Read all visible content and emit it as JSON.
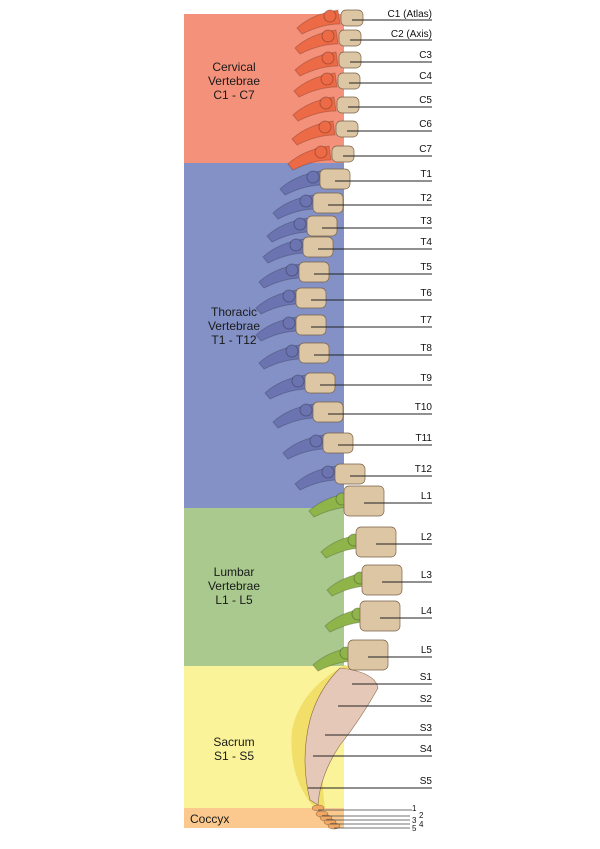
{
  "regions": [
    {
      "label": "Cervical\nVertebrae\nC1 - C7",
      "color": "#f4917a",
      "process_color": "#ec6a45"
    },
    {
      "label": "Thoracic\nVertebrae\nT1 - T12",
      "color": "#8391c6",
      "process_color": "#6b74b0"
    },
    {
      "label": "Lumbar\nVertebrae\nL1 - L5",
      "color": "#a9c98f",
      "process_color": "#8fb54a"
    },
    {
      "label": "Sacrum\nS1 - S5",
      "color": "#fbf39a",
      "process_color": "#f2df6a"
    },
    {
      "label": "Coccyx",
      "color": "#fbc98e",
      "process_color": "#f2a860"
    }
  ],
  "vertebrae": [
    "C1 (Atlas)",
    "C2 (Axis)",
    "C3",
    "C4",
    "C5",
    "C6",
    "C7",
    "T1",
    "T2",
    "T3",
    "T4",
    "T5",
    "T6",
    "T7",
    "T8",
    "T9",
    "T10",
    "T11",
    "T12",
    "L1",
    "L2",
    "L3",
    "L4",
    "L5",
    "S1",
    "S2",
    "S3",
    "S4",
    "S5"
  ],
  "coccyx_segments": [
    "1",
    "2",
    "3",
    "4",
    "5"
  ],
  "bone_color": "#dcc6a4"
}
